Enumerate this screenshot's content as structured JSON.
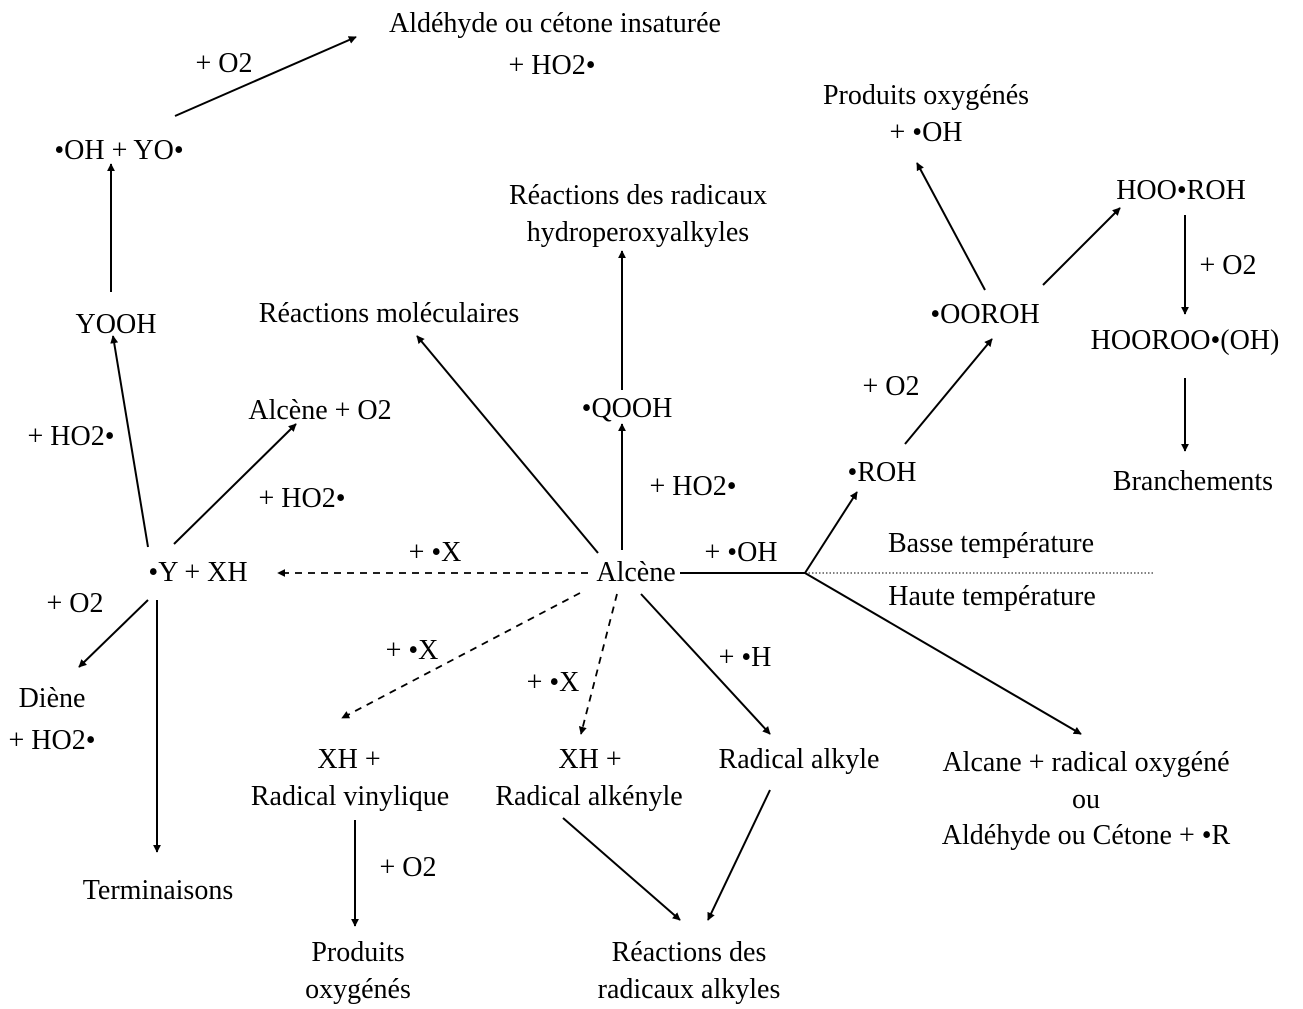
{
  "labels": [
    {
      "id": "aldehyde-cetone-insaturee",
      "text": "Aldéhyde ou cétone insaturée"
    },
    {
      "id": "plus-ho2-top",
      "text": "+ HO2•"
    },
    {
      "id": "plus-o2-top",
      "text": "+ O2"
    },
    {
      "id": "oh-plus-yo",
      "text": "•OH + YO•"
    },
    {
      "id": "yooh",
      "text": "YOOH"
    },
    {
      "id": "plus-ho2-left",
      "text": "+ HO2•"
    },
    {
      "id": "y-plus-xh",
      "text": "•Y + XH"
    },
    {
      "id": "alcene-plus-o2",
      "text": "Alcène + O2"
    },
    {
      "id": "plus-ho2-mid",
      "text": "+ HO2•"
    },
    {
      "id": "plus-o2-left",
      "text": "+ O2"
    },
    {
      "id": "diene",
      "text": "Diène"
    },
    {
      "id": "diene-ho2",
      "text": "+ HO2•"
    },
    {
      "id": "terminaisons",
      "text": "Terminaisons"
    },
    {
      "id": "reactions-moleculaires",
      "text": "Réactions moléculaires"
    },
    {
      "id": "reactions-hydroperoxyalkyles-1",
      "text": "Réactions des radicaux"
    },
    {
      "id": "reactions-hydroperoxyalkyles-2",
      "text": "hydroperoxyalkyles"
    },
    {
      "id": "qooh",
      "text": "•QOOH"
    },
    {
      "id": "plus-ho2-center",
      "text": "+ HO2•"
    },
    {
      "id": "alcene",
      "text": "Alcène"
    },
    {
      "id": "plus-x-left",
      "text": "+ •X"
    },
    {
      "id": "plus-x-vinyl",
      "text": "+ •X"
    },
    {
      "id": "plus-x-alkenyl",
      "text": "+ •X"
    },
    {
      "id": "plus-h",
      "text": "+ •H"
    },
    {
      "id": "plus-oh",
      "text": "+ •OH"
    },
    {
      "id": "basse-temperature",
      "text": "Basse température"
    },
    {
      "id": "haute-temperature",
      "text": "Haute température"
    },
    {
      "id": "roh",
      "text": "•ROH"
    },
    {
      "id": "plus-o2-roh",
      "text": "+ O2"
    },
    {
      "id": "ooroh",
      "text": "•OOROH"
    },
    {
      "id": "produits-oxygenes-top-1",
      "text": "Produits oxygénés"
    },
    {
      "id": "produits-oxygenes-top-2",
      "text": "+ •OH"
    },
    {
      "id": "hoo-roh",
      "text": "HOO•ROH"
    },
    {
      "id": "plus-o2-right",
      "text": "+ O2"
    },
    {
      "id": "hooroo-oh",
      "text": "HOOROO•(OH)"
    },
    {
      "id": "branchements",
      "text": "Branchements"
    },
    {
      "id": "xh-vinyl-1",
      "text": "XH +"
    },
    {
      "id": "xh-vinyl-2",
      "text": "Radical vinylique"
    },
    {
      "id": "plus-o2-vinyl",
      "text": "+ O2"
    },
    {
      "id": "produits-oxygenes-bottom-1",
      "text": "Produits"
    },
    {
      "id": "produits-oxygenes-bottom-2",
      "text": "oxygénés"
    },
    {
      "id": "xh-alkenyl-1",
      "text": "XH +"
    },
    {
      "id": "xh-alkenyl-2",
      "text": "Radical alkényle"
    },
    {
      "id": "radical-alkyle",
      "text": "Radical alkyle"
    },
    {
      "id": "reactions-alkyles-1",
      "text": "Réactions des"
    },
    {
      "id": "reactions-alkyles-2",
      "text": "radicaux alkyles"
    },
    {
      "id": "alcane-radical-oxygene",
      "text": "Alcane + radical oxygéné"
    },
    {
      "id": "ou",
      "text": "ou"
    },
    {
      "id": "aldehyde-cetone-r",
      "text": "Aldéhyde ou Cétone + •R"
    }
  ]
}
